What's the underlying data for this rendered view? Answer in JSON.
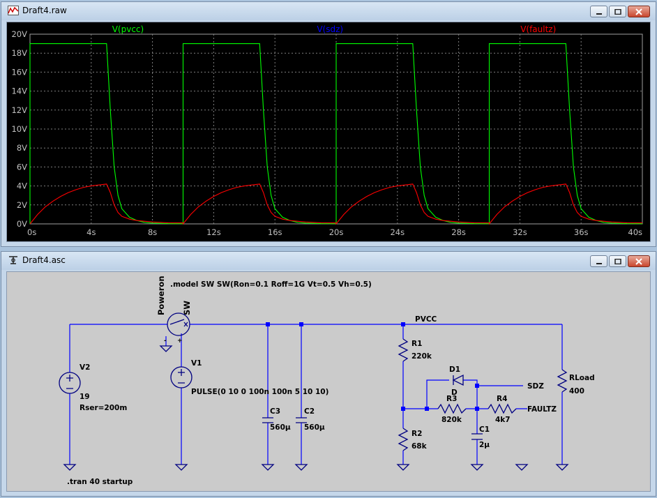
{
  "waveform_window": {
    "title": "Draft4.raw",
    "icon": "waveform-icon",
    "buttons": [
      "minimize",
      "maximize",
      "close"
    ]
  },
  "schematic_window": {
    "title": "Draft4.asc",
    "icon": "schematic-icon",
    "buttons": [
      "minimize",
      "maximize",
      "close"
    ]
  },
  "chart_data": {
    "type": "line",
    "title": "",
    "xlabel": "",
    "ylabel": "",
    "xlim": [
      0,
      40
    ],
    "ylim": [
      0,
      20
    ],
    "x_ticks": [
      "0s",
      "4s",
      "8s",
      "12s",
      "16s",
      "20s",
      "24s",
      "28s",
      "32s",
      "36s",
      "40s"
    ],
    "y_ticks": [
      "0V",
      "2V",
      "4V",
      "6V",
      "8V",
      "10V",
      "12V",
      "14V",
      "16V",
      "18V",
      "20V"
    ],
    "grid": true,
    "legend_position": "top",
    "series": [
      {
        "name": "V(pvcc)",
        "color": "#00ff00",
        "x": [
          0,
          0.0001,
          5.0,
          5.25,
          5.5,
          5.75,
          6.0,
          6.5,
          7.0,
          7.5,
          8.0,
          9.0,
          9.9999,
          10.0001,
          15.0,
          15.25,
          15.5,
          15.75,
          16.0,
          16.5,
          17.0,
          17.5,
          18.0,
          19.0,
          19.9999,
          20.0001,
          25.0,
          25.25,
          25.5,
          25.75,
          26.0,
          26.5,
          27.0,
          27.5,
          28.0,
          29.0,
          29.9999,
          30.0001,
          35.0,
          35.25,
          35.5,
          35.75,
          36.0,
          36.5,
          37.0,
          37.5,
          38.0,
          39.0,
          40.0
        ],
        "y": [
          0,
          19,
          19,
          12.0,
          6.0,
          3.0,
          1.6,
          0.7,
          0.35,
          0.15,
          0.08,
          0.03,
          0.02,
          19,
          19,
          12.0,
          6.0,
          3.0,
          1.6,
          0.7,
          0.35,
          0.15,
          0.08,
          0.03,
          0.02,
          19,
          19,
          12.0,
          6.0,
          3.0,
          1.6,
          0.7,
          0.35,
          0.15,
          0.08,
          0.03,
          0.02,
          19,
          19,
          12.0,
          6.0,
          3.0,
          1.6,
          0.7,
          0.35,
          0.15,
          0.08,
          0.03,
          0.02
        ]
      },
      {
        "name": "V(sdz)",
        "color": "#0000ff",
        "x": [],
        "y": []
      },
      {
        "name": "V(faultz)",
        "color": "#ff0000",
        "x": [
          0,
          0.5,
          1.0,
          1.5,
          2.0,
          2.5,
          3.0,
          3.5,
          4.0,
          4.5,
          5.0,
          5.25,
          5.5,
          5.75,
          6.0,
          6.5,
          7.0,
          8.0,
          9.0,
          9.9999,
          10.0001,
          10.5,
          11.0,
          11.5,
          12.0,
          12.5,
          13.0,
          13.5,
          14.0,
          14.5,
          15.0,
          15.25,
          15.5,
          15.75,
          16.0,
          16.5,
          17.0,
          18.0,
          19.0,
          19.9999,
          20.0001,
          20.5,
          21.0,
          21.5,
          22.0,
          22.5,
          23.0,
          23.5,
          24.0,
          24.5,
          25.0,
          25.25,
          25.5,
          25.75,
          26.0,
          26.5,
          27.0,
          28.0,
          29.0,
          29.9999,
          30.0001,
          30.5,
          31.0,
          31.5,
          32.0,
          32.5,
          33.0,
          33.5,
          34.0,
          34.5,
          35.0,
          35.25,
          35.5,
          35.75,
          36.0,
          36.5,
          37.0,
          38.0,
          39.0,
          40.0
        ],
        "y": [
          0,
          1.0,
          1.8,
          2.4,
          2.9,
          3.3,
          3.6,
          3.85,
          4.0,
          4.1,
          4.2,
          3.3,
          2.0,
          1.2,
          0.8,
          0.5,
          0.35,
          0.2,
          0.12,
          0.1,
          0,
          1.0,
          1.8,
          2.4,
          2.9,
          3.3,
          3.6,
          3.85,
          4.0,
          4.1,
          4.2,
          3.3,
          2.0,
          1.2,
          0.8,
          0.5,
          0.35,
          0.2,
          0.12,
          0.1,
          0,
          1.0,
          1.8,
          2.4,
          2.9,
          3.3,
          3.6,
          3.85,
          4.0,
          4.1,
          4.2,
          3.3,
          2.0,
          1.2,
          0.8,
          0.5,
          0.35,
          0.2,
          0.12,
          0.1,
          0,
          1.0,
          1.8,
          2.4,
          2.9,
          3.3,
          3.6,
          3.85,
          4.0,
          4.1,
          4.2,
          3.3,
          2.0,
          1.2,
          0.8,
          0.5,
          0.35,
          0.2,
          0.12,
          0.1
        ]
      }
    ]
  },
  "schematic": {
    "model_directive": ".model SW SW(Ron=0.1 Roff=1G Vt=0.5 Vh=0.5)",
    "tran_directive": ".tran 40 startup",
    "switch": {
      "name": "Poweron",
      "value": "SW",
      "minus": "-",
      "plus": "+"
    },
    "v2": {
      "name": "V2",
      "value": "19",
      "param": "Rser=200m"
    },
    "v1": {
      "name": "V1",
      "value": "PULSE(0 10 0 100n 100n 5 10 10)"
    },
    "c3": {
      "name": "C3",
      "value": "560µ"
    },
    "c2": {
      "name": "C2",
      "value": "560µ"
    },
    "r1": {
      "name": "R1",
      "value": "220k"
    },
    "r2": {
      "name": "R2",
      "value": "68k"
    },
    "r3": {
      "name": "R3",
      "value": "820k"
    },
    "r4": {
      "name": "R4",
      "value": "4k7"
    },
    "d1": {
      "name": "D1",
      "value": "D"
    },
    "c1": {
      "name": "C1",
      "value": "2µ"
    },
    "rload": {
      "name": "RLoad",
      "value": "400"
    },
    "nets": {
      "pvcc": "PVCC",
      "sdz": "SDZ",
      "faultz": "FAULTZ"
    },
    "colors": {
      "wire": "#0000ff",
      "component": "#000080",
      "junction": "#0000ff",
      "text": "#000000"
    }
  }
}
